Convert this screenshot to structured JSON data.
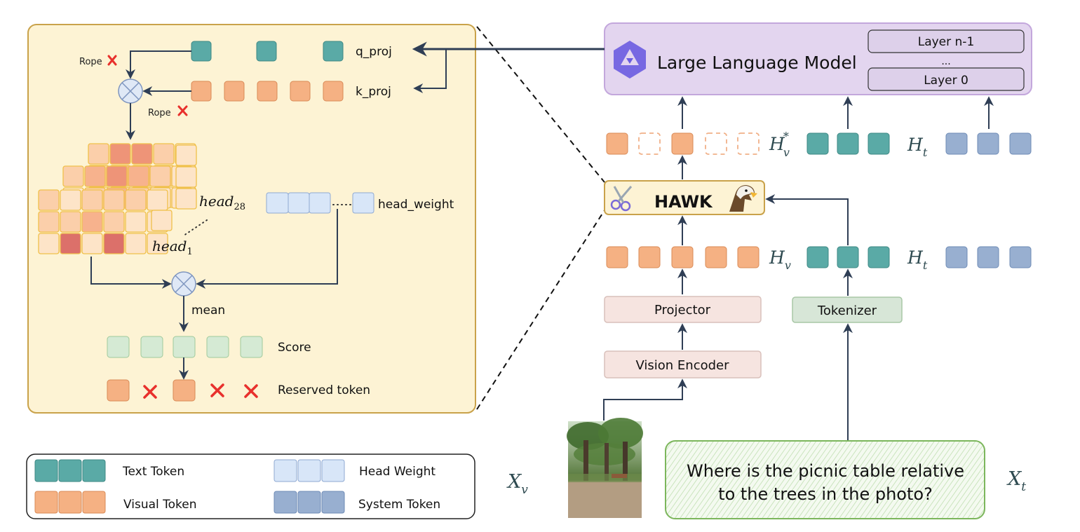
{
  "attention_panel": {
    "q_proj": "q_proj",
    "k_proj": "k_proj",
    "rope_top": "Rope",
    "rope_bottom": "Rope",
    "head_top_main": "head",
    "head_top_sub": "28",
    "head_bottom_main": "head",
    "head_bottom_sub": "1",
    "head_weight": "head_weight",
    "mean": "mean",
    "score": "Score",
    "reserved_token": "Reserved token"
  },
  "legend": {
    "text_token": "Text Token",
    "visual_token": "Visual Token",
    "head_weight": "Head Weight",
    "system_token": "System Token"
  },
  "pipeline": {
    "llm_title": "Large Language Model",
    "layer_top": "Layer n-1",
    "layer_dots": "...",
    "layer_bottom": "Layer 0",
    "hawk": "HAWK",
    "projector": "Projector",
    "tokenizer": "Tokenizer",
    "vision_encoder": "Vision Encoder",
    "hv_star_main": "H",
    "hv_star_sub": "v",
    "hv_star_sup": "*",
    "ht_top_main": "H",
    "ht_top_sub": "t",
    "hv_main": "H",
    "hv_sub": "v",
    "ht_main": "H",
    "ht_sub": "t",
    "xv_main": "X",
    "xv_sub": "v",
    "xt_main": "X",
    "xt_sub": "t",
    "question_line1": "Where is the picnic table relative",
    "question_line2": "to the trees in the photo?"
  },
  "colors": {
    "visual": "#f5b183",
    "text": "#5aaaa6",
    "system": "#98afd0",
    "head_weight": "#d8e6f8",
    "score": "#d5ead4",
    "panel_bg": "#fdf3d4",
    "panel_border": "#c9a24a",
    "llm_bg": "#e3d5ef",
    "llm_border": "#c3a7dc",
    "arrow": "#2f3e55",
    "cross": "#e8302c"
  }
}
